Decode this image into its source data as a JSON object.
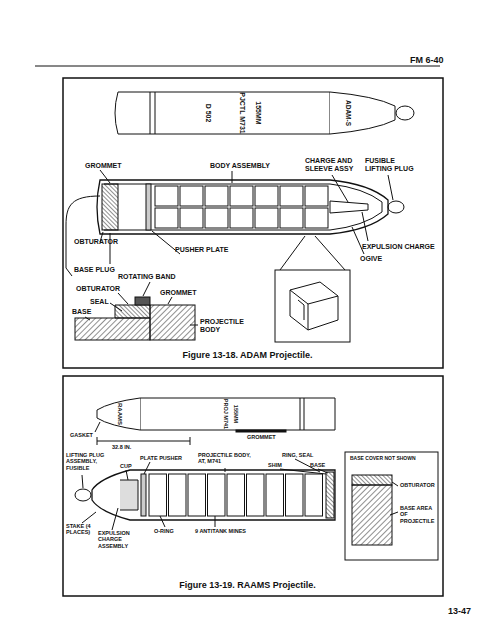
{
  "diagram": {
    "labels": [
      "FM 6-40",
      "155MM",
      "PJCTL M731",
      "D 502",
      "ADAM-S",
      "GROMMET",
      "BODY ASSEMBLY",
      "CHARGE AND SLEEVE ASSY",
      "FUSIBLE LIFTING PLUG",
      "EXPULSION CHARGE",
      "OGIVE",
      "PUSHER PLATE",
      "OBTURATOR",
      "BASE PLUG",
      "ROTATING BAND",
      "OBTURATOR",
      "GROMMET",
      "SEAL",
      "BASE",
      "PROJECTILE BODY",
      "Figure 13-18. ADAM Projectile.",
      "RAAMS",
      "155MM",
      "PROJ M741",
      "GASKET",
      "32.8 IN.",
      "GROMMET",
      "LIFTING PLUG ASSEMBLY, FUSIBLE",
      "CUP",
      "PLATE PUSHER",
      "PROJECTILE BODY, AT, M741",
      "RING, SEAL",
      "SHIM",
      "BASE",
      "STAKE (4 PLACES)",
      "EXPULSION CHARGE ASSEMBLY",
      "O-RING",
      "9 ANTITANK MINES",
      "BASE COVER NOT SHOWN",
      "OBTURATOR",
      "BASE AREA OF PROJECTILE",
      "Figure 13-19. RAAMS Projectile.",
      "13-47"
    ]
  }
}
